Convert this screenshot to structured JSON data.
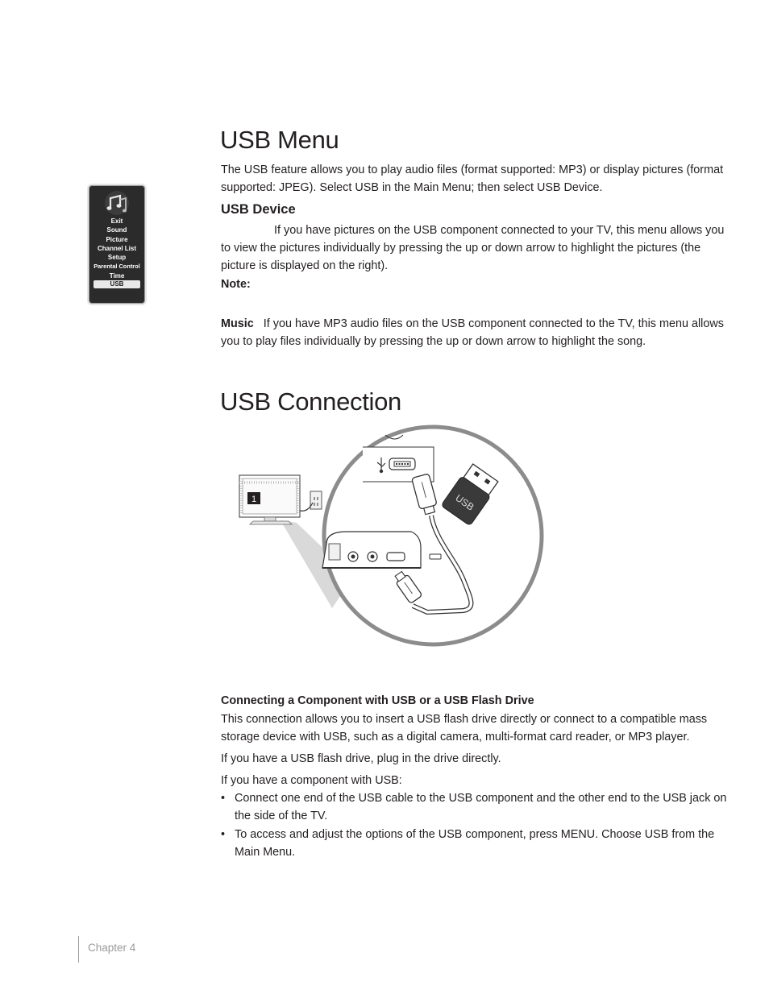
{
  "usb_menu": {
    "title": "USB Menu",
    "intro": "The USB feature allows you to play audio files (format supported: MP3) or display pictures (format supported: JPEG). Select USB in the Main Menu; then select USB Device.",
    "device_heading": "USB Device",
    "device_text": "If you have pictures on the USB component connected to your TV, this menu allows you to view the pictures individually by pressing the up or down arrow to highlight the pictures (the picture is displayed on the right).",
    "note_label": "Note:",
    "music_label": "Music",
    "music_text": "If you have MP3 audio files on the USB component connected to the TV, this menu allows you to play files individually by pressing the up or down arrow to highlight the song."
  },
  "side_menu": {
    "icon": "music-note-icon",
    "items": [
      "Exit",
      "Sound",
      "Picture",
      "Channel List",
      "Setup",
      "Parental Control",
      "Time",
      "USB"
    ],
    "selected": "USB"
  },
  "usb_connection": {
    "title": "USB Connection",
    "figure": {
      "callout_number": "1",
      "flash_drive_label": "USB"
    },
    "sub_heading": "Connecting a Component with USB or a USB Flash Drive",
    "para1": "This connection allows you to insert a USB flash drive directly or connect to a compatible mass storage device with USB, such as a digital camera, multi-format card reader, or MP3 player.",
    "para2": "If you have a USB flash drive, plug in the drive directly.",
    "para3": "If you have a component with USB:",
    "bullets": [
      "Connect one end of the USB cable to the USB component and the other end to the USB jack on the side of the TV.",
      "To access and adjust the options of the USB component, press MENU. Choose USB from the Main Menu."
    ],
    "bullet_char": "•"
  },
  "footer": {
    "chapter": "Chapter 4"
  }
}
